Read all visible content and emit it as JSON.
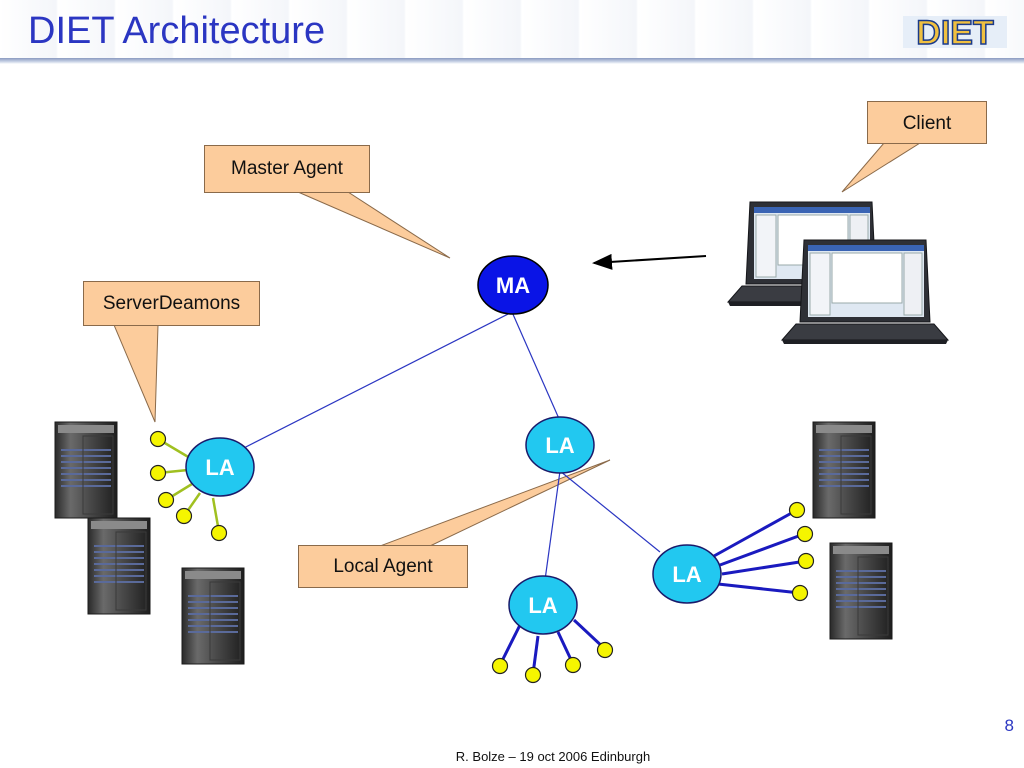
{
  "slide": {
    "title": "DIET Architecture",
    "page_number": "8",
    "footer": "R. Bolze – 19 oct 2006 Edinburgh"
  },
  "logo": {
    "icon": "diet-logo-icon",
    "text": "DIET"
  },
  "callouts": {
    "client": "Client",
    "master_agent": "Master Agent",
    "server_deamons": "ServerDeamons",
    "local_agent": "Local Agent"
  },
  "nodes": {
    "master": "MA",
    "local_left": "LA",
    "local_center": "LA",
    "local_bottom": "LA",
    "local_right": "LA"
  },
  "colors": {
    "title": "#2b36c2",
    "master_node": "#0a14e6",
    "local_node": "#22c8f0",
    "link": "#2b36c2",
    "server_daemon": "#f5f500",
    "callout_fill": "#fccc9c",
    "left_daemon_links": "#a0c020"
  },
  "icons": [
    "server-rack-icon",
    "laptop-icon"
  ]
}
